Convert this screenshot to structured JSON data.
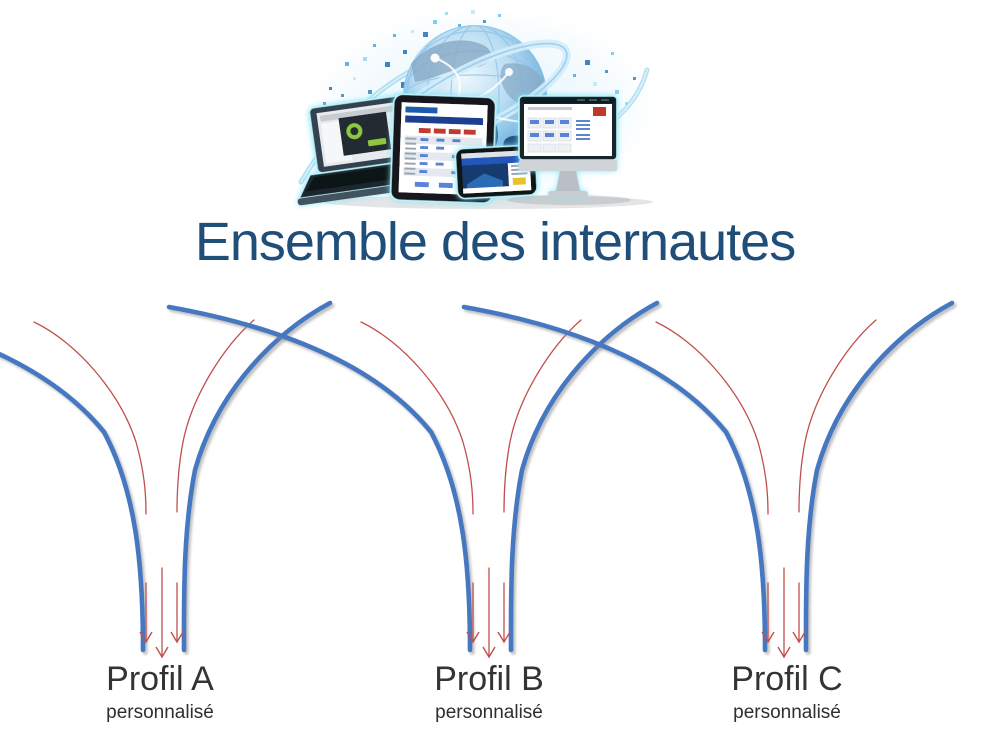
{
  "title": "Ensemble des internautes",
  "hero": {
    "icons": [
      "globe",
      "laptop",
      "tablet",
      "smartphone",
      "desktop-monitor"
    ]
  },
  "profiles": [
    {
      "name": "Profil A",
      "qualifier": "personnalisé"
    },
    {
      "name": "Profil B",
      "qualifier": "personnalisé"
    },
    {
      "name": "Profil C",
      "qualifier": "personnalisé"
    }
  ],
  "colors": {
    "title_text": "#1F4E79",
    "funnel_stroke": "#4478C1",
    "arrow_stroke": "#C0504D",
    "label_text": "#343434",
    "glow": "#8AE9F9"
  }
}
